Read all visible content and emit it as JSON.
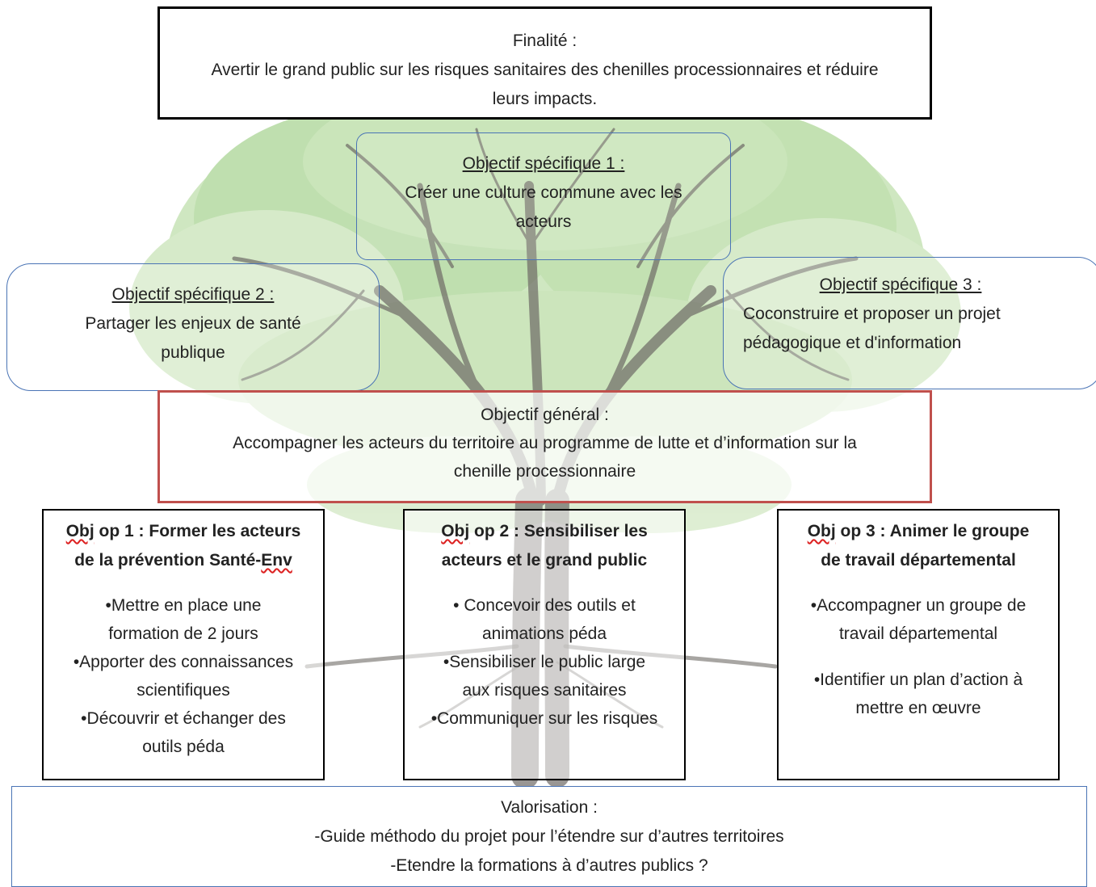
{
  "finalite": {
    "label": "Finalité :",
    "line1": "Avertir le grand public sur les risques sanitaires des chenilles processionnaires et réduire",
    "line2": "leurs impacts."
  },
  "objectif_specifique_1": {
    "label": "Objectif spécifique 1 :",
    "line1": "Créer une culture commune avec les",
    "line2": "acteurs"
  },
  "objectif_specifique_2": {
    "label": "Objectif spécifique 2 :",
    "line1": "Partager les enjeux de santé",
    "line2": "publique"
  },
  "objectif_specifique_3": {
    "label": "Objectif spécifique 3 :",
    "line1": "Coconstruire et proposer un projet",
    "line2": "pédagogique et d'information"
  },
  "objectif_general": {
    "label": "Objectif général :",
    "line1": "Accompagner les acteurs du territoire au programme de lutte et d’information sur la",
    "line2": "chenille processionnaire"
  },
  "objectifs_operationnels": [
    {
      "abbr": "Obj",
      "title1_rest": " op 1 : Former les acteurs",
      "title2_start": "de la prévention Santé-",
      "title2_abbr": "Env",
      "items": [
        "•Mettre en place une",
        "formation de 2 jours",
        "•Apporter des connaissances",
        "scientifiques",
        "•Découvrir et échanger des",
        "outils péda"
      ]
    },
    {
      "abbr": "Obj",
      "title1_rest": " op 2 : Sensibiliser les",
      "title2": "acteurs et le grand public",
      "items": [
        "• Concevoir des outils et",
        "animations péda",
        "•Sensibiliser le public large",
        "aux risques sanitaires",
        "•Communiquer sur les risques"
      ]
    },
    {
      "abbr": "Obj",
      "title1_rest": " op 3 : Animer le groupe",
      "title2": "de travail départemental",
      "items": [
        "•Accompagner un groupe de",
        "travail départemental",
        "•Identifier un plan d’action à",
        "mettre en œuvre"
      ]
    }
  ],
  "valorisation": {
    "label": "Valorisation :",
    "line1": "-Guide méthodo du projet pour l’étendre sur d’autres territoires",
    "line2": "-Etendre la formations à d’autres publics ?"
  },
  "colors": {
    "finalite_border": "#000000",
    "specifique_border": "#4a74b5",
    "general_border": "#c0504d",
    "tree_foliage": "#8cc56e",
    "tree_branches": "#6e6a66"
  },
  "background_image": "tree-illustration"
}
